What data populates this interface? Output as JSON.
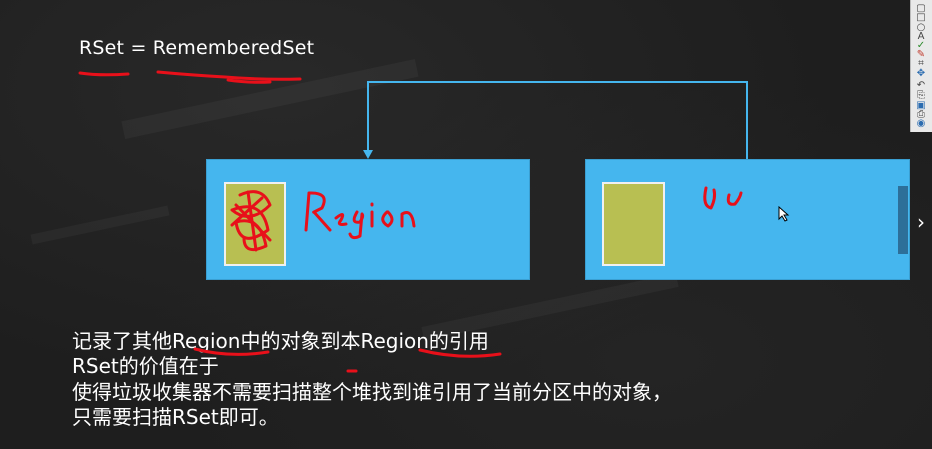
{
  "slide": {
    "heading": "RSet = RememberedSet",
    "line1": "记录了其他Region中的对象到本Region的引用",
    "line2": "RSet的价值在于",
    "line3": "使得垃圾收集器不需要扫描整个堆找到谁引用了当前分区中的对象，",
    "line4": "只需要扫描RSet即可。"
  },
  "annotations": {
    "ink_color": "#e8101a",
    "left_region_handwriting": "Region"
  },
  "colors": {
    "region_fill": "#45b6ee",
    "cell_fill": "#b8bf52",
    "arrow": "#45b6ee"
  },
  "toolbar": {
    "icons": [
      "select-icon",
      "rect-icon",
      "ellipse-icon",
      "text-icon",
      "check-icon",
      "pen-icon",
      "crop-icon",
      "move-icon",
      "undo-icon",
      "copy-icon",
      "save-icon",
      "print-icon",
      "share-icon",
      "close-icon"
    ]
  },
  "navigation": {
    "next_label": "›"
  }
}
